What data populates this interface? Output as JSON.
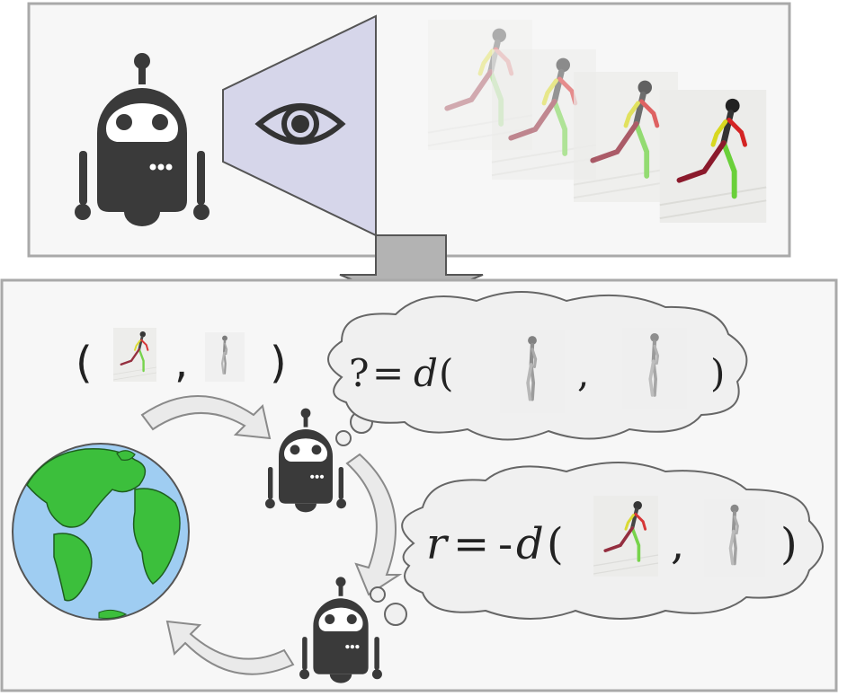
{
  "top_panel": {
    "components": [
      "robot-icon",
      "eye-icon",
      "demonstration-frames"
    ]
  },
  "bottom_panel": {
    "pair_open": "(",
    "pair_comma": ",",
    "pair_close": ")",
    "thought_top": {
      "lhs": "?",
      "eq": "=",
      "fn": "d",
      "open": "(",
      "comma": ",",
      "close": ")"
    },
    "thought_bottom": {
      "lhs": "r",
      "eq": "=",
      "neg": "-",
      "fn": "d",
      "open": "(",
      "comma": ",",
      "close": ")"
    },
    "components": [
      "globe-icon",
      "robot-icon",
      "robot-icon",
      "cycle-arrows"
    ]
  },
  "colors": {
    "panel_border": "#a9a9a9",
    "panel_fill": "#f7f7f7",
    "robot": "#3a3a3a",
    "eye_cone": "#d6d6ea",
    "arrow": "#b0b0b0",
    "ocean": "#9fcdf2",
    "land": "#3cbf3c",
    "cloud": "#f0f0f0"
  }
}
